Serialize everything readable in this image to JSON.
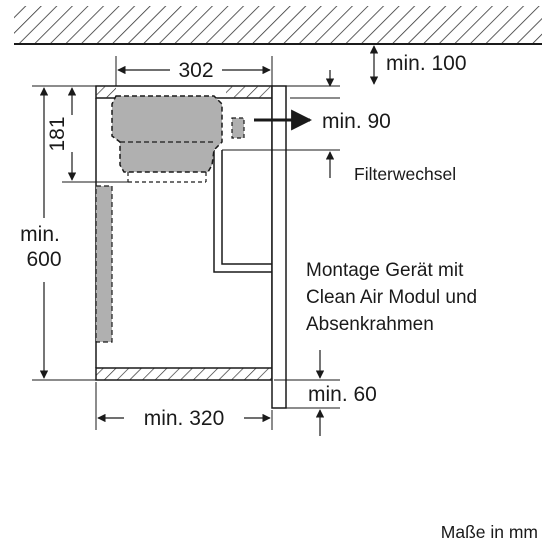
{
  "dimensions": {
    "top_width": "302",
    "ceiling_gap": "min. 100",
    "height_181": "181",
    "exhaust_gap": "min. 90",
    "total_height_line1": "min.",
    "total_height_line2": "600",
    "bottom_gap": "min. 60",
    "cabinet_width": "min. 320"
  },
  "notes": {
    "filter_change": "Filterwechsel",
    "montage_line1": "Montage Gerät mit",
    "montage_line2": "Clean Air Modul und",
    "montage_line3": "Absenkrahmen",
    "units": "Maße in mm"
  },
  "colors": {
    "line": "#1a1a1a",
    "module_fill": "#b0b0b0",
    "hatch": "#333333"
  }
}
